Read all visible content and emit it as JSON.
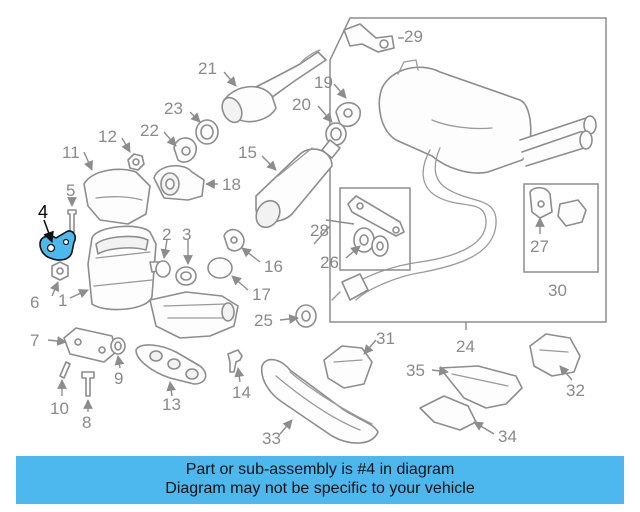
{
  "callouts": {
    "c1": "1",
    "c2": "2",
    "c3": "3",
    "c4": "4",
    "c5": "5",
    "c6": "6",
    "c7": "7",
    "c8": "8",
    "c9": "9",
    "c10": "10",
    "c11": "11",
    "c12": "12",
    "c13": "13",
    "c14": "14",
    "c15": "15",
    "c16": "16",
    "c17": "17",
    "c18": "18",
    "c19": "19",
    "c20": "20",
    "c21": "21",
    "c22": "22",
    "c23": "23",
    "c24": "24",
    "c25": "25",
    "c26": "26",
    "c27": "27",
    "c28": "28",
    "c29": "29",
    "c30": "30",
    "c31": "31",
    "c32": "32",
    "c33": "33",
    "c34": "34",
    "c35": "35"
  },
  "banner": {
    "line1": "Part or sub-assembly is #4 in diagram",
    "line2": "Diagram may not be specific to your vehicle"
  },
  "colors": {
    "banner_bg": "#4db8ee",
    "highlight_part": "#4cb9ec",
    "line_gray": "#8d8d8d"
  }
}
